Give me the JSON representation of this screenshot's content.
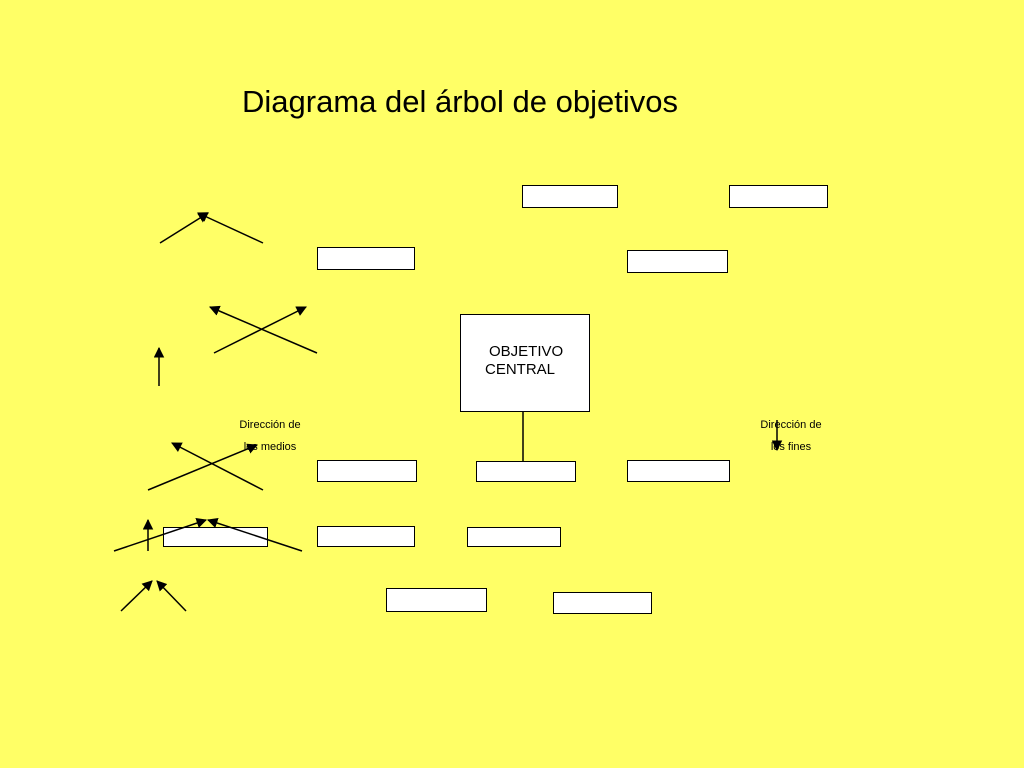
{
  "title": "Diagrama del árbol de objetivos",
  "central": {
    "line1": "OBJETIVO",
    "line2": "CENTRAL"
  },
  "medios_label": {
    "line1": "Dirección de",
    "line2": "los medios"
  },
  "fines_label": {
    "line1": "Dirección de",
    "line2": "los fines"
  },
  "colors": {
    "background": "#ffff66",
    "box_fill": "#ffffff",
    "stroke": "#000000"
  }
}
